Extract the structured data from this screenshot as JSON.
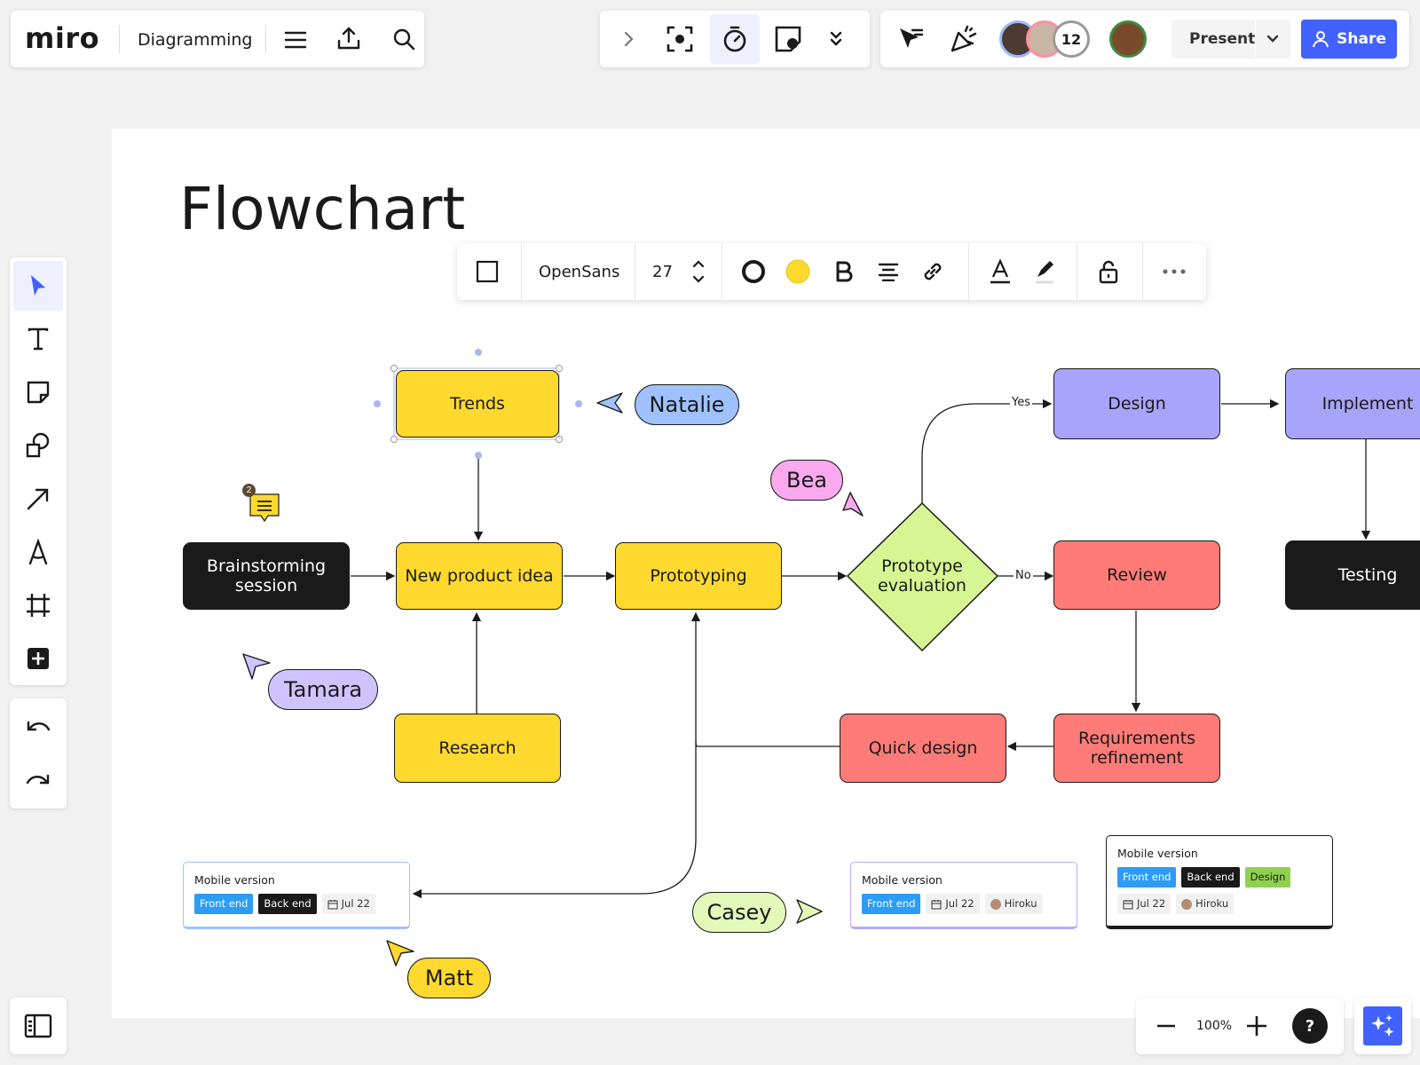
{
  "app": {
    "logo": "miro",
    "board_title": "Diagramming"
  },
  "top_center": {
    "icons": [
      "chevron-right-icon",
      "focus-icon",
      "timer-icon",
      "sticky-frame-icon",
      "double-chevron-down-icon"
    ]
  },
  "top_right": {
    "participants_count": "12",
    "present_label": "Present",
    "share_label": "Share"
  },
  "canvas": {
    "title": "Flowchart"
  },
  "context_toolbar": {
    "font": "OpenSans",
    "font_size": "27"
  },
  "nodes": {
    "trends": "Trends",
    "brainstorming": "Brainstorming session",
    "new_product_idea": "New product idea",
    "prototyping": "Prototyping",
    "prototype_eval": "Prototype evaluation",
    "design": "Design",
    "implement": "Implement",
    "review": "Review",
    "testing": "Testing",
    "research": "Research",
    "quick_design": "Quick design",
    "requirements": "Requirements refinement"
  },
  "edge_labels": {
    "yes": "Yes",
    "no": "No"
  },
  "cursors": {
    "natalie": "Natalie",
    "bea": "Bea",
    "tamara": "Tamara",
    "casey": "Casey",
    "matt": "Matt"
  },
  "comment": {
    "count": "2"
  },
  "cards": [
    {
      "title": "Mobile version",
      "tags": [
        "Front end",
        "Back end"
      ],
      "date": "Jul 22"
    },
    {
      "title": "Mobile version",
      "tags": [
        "Front end"
      ],
      "date": "Jul 22",
      "assignee": "Hiroku"
    },
    {
      "title": "Mobile version",
      "tags": [
        "Front end",
        "Back end",
        "Design"
      ],
      "date": "Jul 22",
      "assignee": "Hiroku"
    }
  ],
  "zoom": {
    "level": "100%"
  },
  "colors": {
    "accent": "#4262ff",
    "yellow": "#ffd92e",
    "purple": "#a8a4fb",
    "red": "#ff7b77",
    "lime": "#d5f692"
  }
}
